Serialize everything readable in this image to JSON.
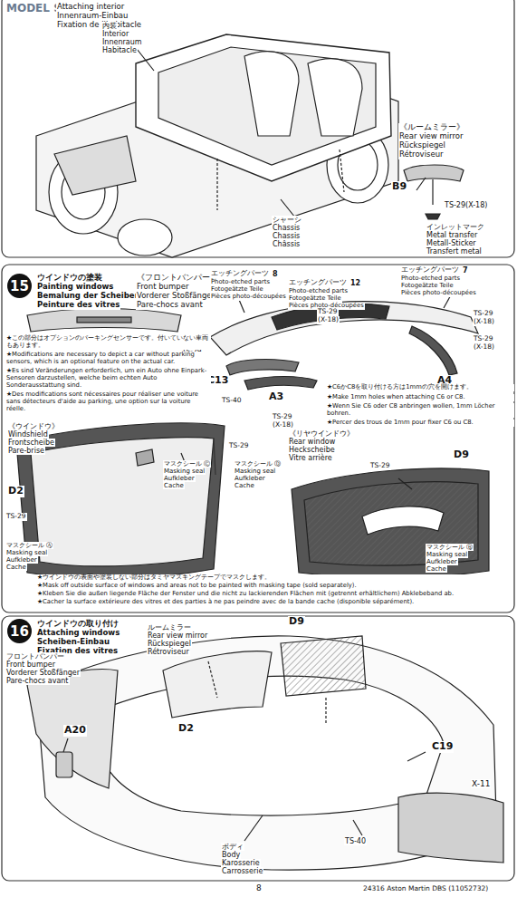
{
  "diagram": {
    "nodes": [
      {
        "text": [
          "15"
        ]
      },
      {
        "text": [
          "16"
        ]
      }
    ],
    "labels": [
      "MODEL SEARCH",
      "Attaching interior",
      "Innenraum-Einbau",
      "Fixation de l'habitacle",
      "内装",
      "Interior",
      "Innenraum",
      "Habitacle",
      "《ルームミラー》",
      "Rear view mirror",
      "Rückspiegel",
      "Rétroviseur",
      "B9",
      "TS-29(X-18)",
      "インレットマーク",
      "Metal transfer",
      "Metall-Sticker",
      "Transfert metal",
      "シャーシ",
      "Chassis",
      "Chassis",
      "Châssis",
      "ウインドウの塗装",
      "Painting windows",
      "Bemalung der Scheiben",
      "Peinture des vitres",
      "《フロントバンパー》",
      "Front bumper",
      "Vorderer Stoßfänger",
      "Pare-chocs avant",
      "エッチングパーツ",
      "8",
      "Photo-etched parts",
      "Fotogeätzte Teile",
      "Pièces photo-découpées",
      "エッチングパーツ",
      "12",
      "Photo-etched parts",
      "Fotogeätzte Teile",
      "Pièces photo-découpées",
      "エッチングパーツ",
      "7",
      "Photo-etched parts",
      "Fotogeätzte Teile",
      "Pièces photo-découpées",
      "TS-29",
      "(X-18)",
      "TS-29",
      "(X-18)",
      "TS-29",
      "(X-18)",
      "TS-29",
      "(X-18)",
      "TS-29",
      "(X-18)",
      "C13",
      "TS-40",
      "A3",
      "A4",
      "★C6かC8を取り付ける方は1mmの穴を開けます。",
      "★Make 1mm holes when attaching C6 or C8.",
      "★Wenn Sie C6 oder C8 anbringen wollen, 1mm Löcher bohren.",
      "★Percer des trous de 1mm pour fixer C6 ou C8.",
      "★この部分はオプションのパーキングセンサーです。付いていない車両もあります。",
      "★Modifications are necessary to depict a car without parking sensors, which is an optional feature on the actual car.",
      "★Es sind Veränderungen erforderlich, um ein Auto ohne Einpark-Sensoren darzustellen, welche beim echten Auto Sonderausstattung sind.",
      "★Des modifications sont nécessaires pour réaliser une voiture sans détecteurs d'aide au parking, une option sur la voiture réelle.",
      "《ウインドウ》",
      "Windshield",
      "Frontscheibe",
      "Pare-brise",
      "D2",
      "TS-29",
      "マスクシール Ⓒ",
      "Masking seal",
      "Aufkleber",
      "Cache",
      "マスクシール Ⓓ",
      "Masking seal",
      "Aufkleber",
      "Cache",
      "TS-29",
      "マスクシール Ⓐ",
      "Masking seal",
      "Aufkleber",
      "Cache",
      "《リヤウインドウ》",
      "Rear window",
      "Heckscheibe",
      "Vitre arrière",
      "D9",
      "TS-29",
      "マスクシール Ⓑ",
      "Masking seal",
      "Aufkleber",
      "Cache",
      "★ウインドウの表面や塗装しない部分はタミヤマスキングテープでマスクします。",
      "★Mask off outside surface of windows and areas not to be painted with masking tape (sold separately).",
      "★Kleben Sie die außen liegende Fläche der Fenster und die nicht zu lackierenden Flächen mit (getrennt erhältlichem) Abklebeband ab.",
      "★Cacher la surface extérieure des vitres et des parties à ne pas peindre avec de la bande cache (disponible séparément).",
      "ウインドウの取り付け",
      "Attaching windows",
      "Scheiben-Einbau",
      "Fixation des vitres",
      "ルームミラー",
      "Rear view mirror",
      "Rückspiegel",
      "Rétroviseur",
      "フロントバンパー",
      "Front bumper",
      "Vorderer Stoßfänger",
      "Pare-chocs avant",
      "D2",
      "D9",
      "A20",
      "C19",
      "X-11",
      "ボディ",
      "Body",
      "Karosserie",
      "Carrosserie",
      "TS-40",
      "8",
      "24316 Aston Martin DBS (11052732)"
    ]
  }
}
